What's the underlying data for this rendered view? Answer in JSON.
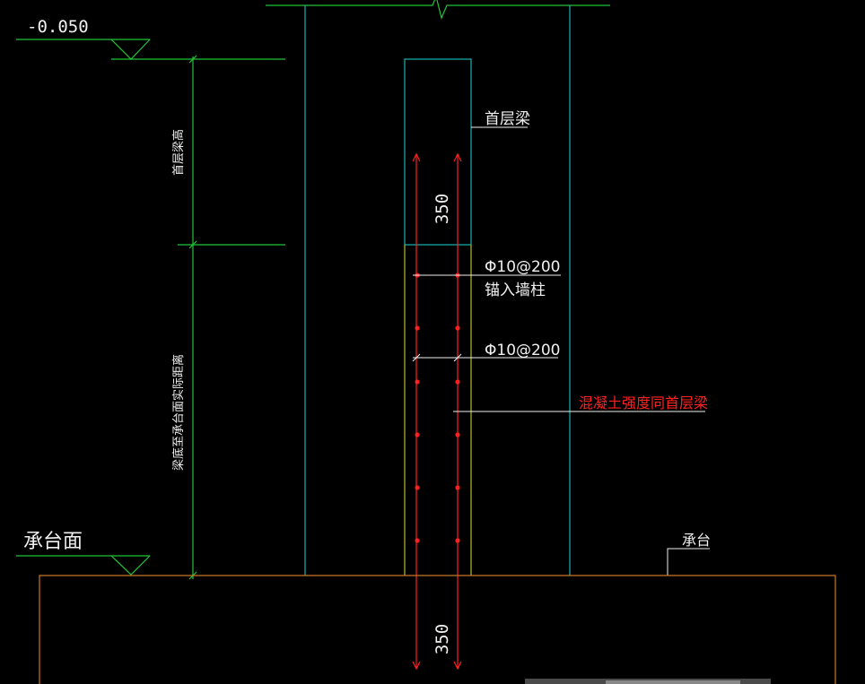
{
  "labels": {
    "elevation": "-0.050",
    "first_beam": "首层梁",
    "first_beam_height": "首层梁高",
    "dim_top": "350",
    "dim_bottom": "350",
    "rebar_1": "Φ10@200",
    "rebar_1_note": "锚入墙柱",
    "rebar_2": "Φ10@200",
    "concrete_note": "混凝土强度同首层梁",
    "beam_to_cap": "梁底至承台面实际距离",
    "cap_face": "承台面",
    "cap": "承台"
  },
  "colors": {
    "background": "#000000",
    "green": "#22c43a",
    "cyan": "#19b3b3",
    "yellow": "#b9b92a",
    "red": "#ff2020",
    "orange": "#c8782a",
    "white": "#f0f0f0"
  }
}
